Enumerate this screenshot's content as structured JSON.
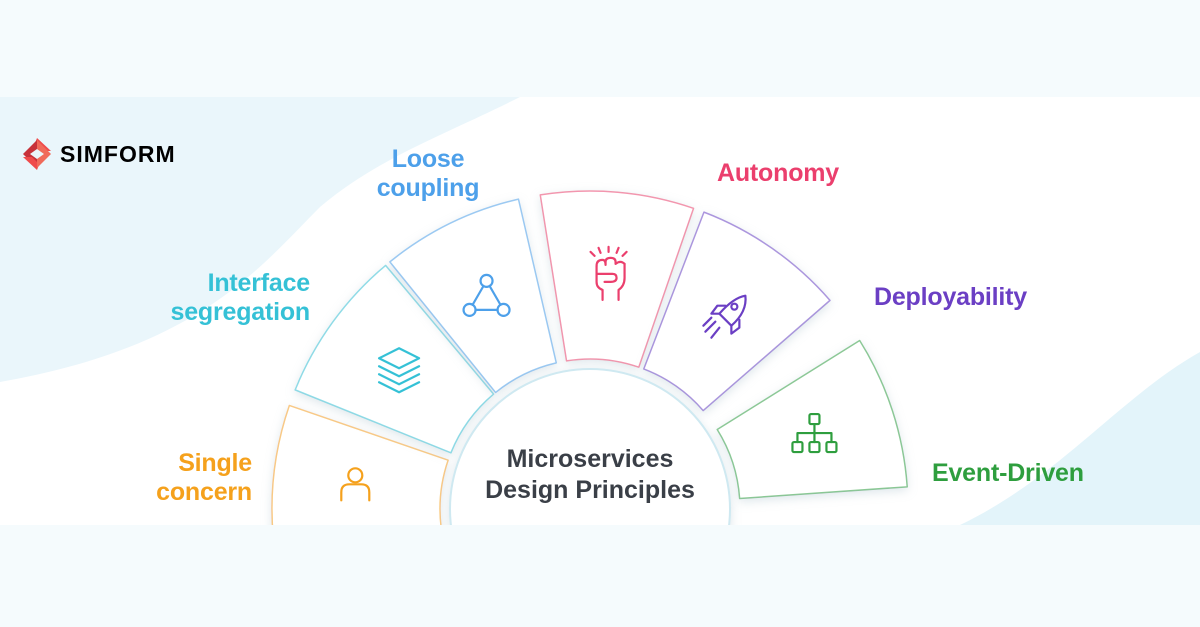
{
  "brand": {
    "name": "SIMFORM",
    "color": "#ef4b4b"
  },
  "diagram": {
    "title_lines": [
      "Microservices",
      "Design Principles"
    ],
    "title_color": "#3a3f47",
    "principles": [
      {
        "id": "single-concern",
        "lines": [
          "Single",
          "concern"
        ],
        "color": "#f5a11c",
        "icon": "user-icon"
      },
      {
        "id": "interface-segregation",
        "lines": [
          "Interface",
          "segregation"
        ],
        "color": "#35c1d6",
        "icon": "layers-icon"
      },
      {
        "id": "loose-coupling",
        "lines": [
          "Loose",
          "coupling"
        ],
        "color": "#4da0ea",
        "icon": "network-triangle-icon"
      },
      {
        "id": "autonomy",
        "lines": [
          "Autonomy"
        ],
        "color": "#eb3f6d",
        "icon": "raised-fist-icon"
      },
      {
        "id": "deployability",
        "lines": [
          "Deployability"
        ],
        "color": "#6b3fc4",
        "icon": "rocket-icon"
      },
      {
        "id": "event-driven",
        "lines": [
          "Event-Driven"
        ],
        "color": "#2e9e3e",
        "icon": "hierarchy-icon"
      }
    ]
  }
}
